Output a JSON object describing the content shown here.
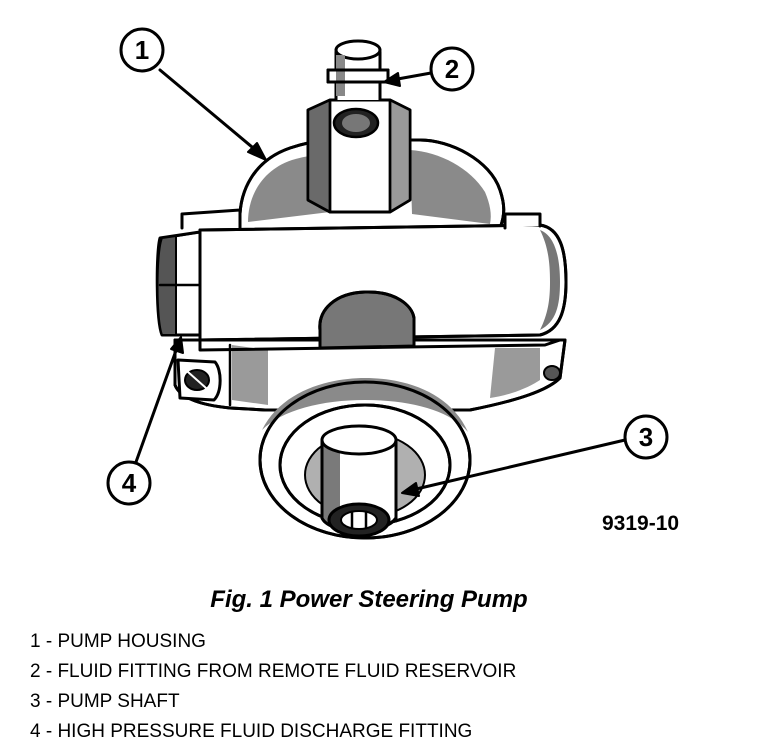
{
  "figure": {
    "code": "9319-10",
    "caption": "Fig. 1 Power Steering Pump"
  },
  "callouts": [
    {
      "number": "1"
    },
    {
      "number": "2"
    },
    {
      "number": "3"
    },
    {
      "number": "4"
    }
  ],
  "legend": [
    "1 - PUMP HOUSING",
    "2 - FLUID FITTING FROM REMOTE FLUID RESERVOIR",
    "3 - PUMP SHAFT",
    "4 - HIGH PRESSURE FLUID DISCHARGE FITTING"
  ]
}
